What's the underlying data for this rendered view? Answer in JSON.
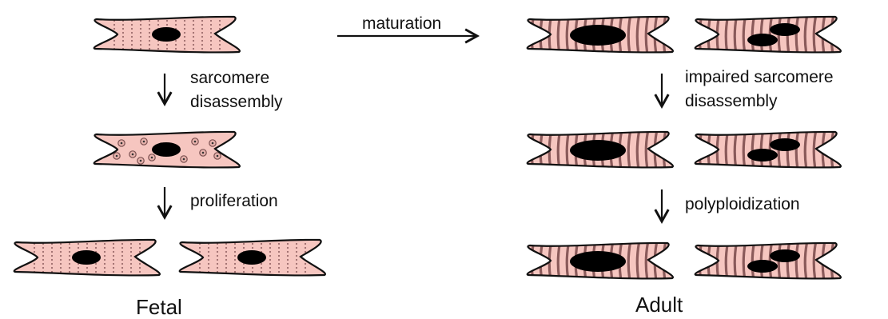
{
  "labels": {
    "maturation": "maturation",
    "sarcomere_disassembly_1": "sarcomere",
    "sarcomere_disassembly_2": "disassembly",
    "proliferation": "proliferation",
    "impaired_1": "impaired sarcomere",
    "impaired_2": "disassembly",
    "polyploidization": "polyploidization",
    "fetal": "Fetal",
    "adult": "Adult"
  },
  "colors": {
    "cell_fill": "#f6c6c0",
    "fetal_sarcomere_dots": "#9b6b6b",
    "adult_stripe": "#8a5a5a",
    "granule_ring": "#7a5050",
    "nucleus": "#000000",
    "outline": "#111111"
  },
  "cells": [
    {
      "id": "fetal-top",
      "type": "fetal-dotted",
      "nuclei": 1
    },
    {
      "id": "fetal-disassembled",
      "type": "fetal-granules",
      "nuclei": 1
    },
    {
      "id": "fetal-daughter-left",
      "type": "fetal-dotted",
      "nuclei": 1
    },
    {
      "id": "fetal-daughter-right",
      "type": "fetal-dotted",
      "nuclei": 1
    },
    {
      "id": "adult-top-mono",
      "type": "adult-striated",
      "nuclei": 1
    },
    {
      "id": "adult-top-bi",
      "type": "adult-striated",
      "nuclei": 2
    },
    {
      "id": "adult-mid-mono",
      "type": "adult-striated",
      "nuclei": 1
    },
    {
      "id": "adult-mid-bi",
      "type": "adult-striated",
      "nuclei": 2
    },
    {
      "id": "adult-bottom-mono",
      "type": "adult-striated",
      "nuclei": 1
    },
    {
      "id": "adult-bottom-bi",
      "type": "adult-striated",
      "nuclei": 2
    }
  ]
}
